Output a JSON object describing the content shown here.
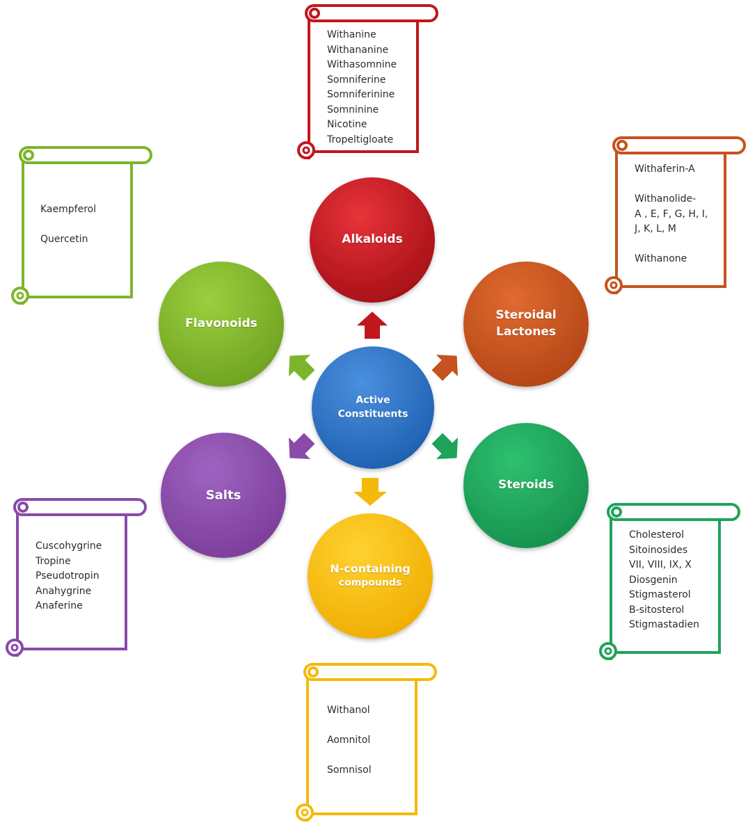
{
  "colors": {
    "alkaloids": "#c0171d",
    "steroidal_lactones": "#c6521f",
    "steroids": "#1ea35a",
    "n_containing": "#f5b90a",
    "salts": "#8a4aa8",
    "flavonoids": "#7db52a",
    "center": "#2a72c8"
  },
  "center": {
    "line1": "Active",
    "line2": "Constituents"
  },
  "categories": {
    "alkaloids": {
      "line1": "Alkaloids",
      "line2": ""
    },
    "steroidal_lactones": {
      "line1": "Steroidal",
      "line2": "Lactones"
    },
    "steroids": {
      "line1": "Steroids",
      "line2": ""
    },
    "n_containing": {
      "line1": "N-containing",
      "line2": "compounds"
    },
    "salts": {
      "line1": "Salts",
      "line2": ""
    },
    "flavonoids": {
      "line1": "Flavonoids",
      "line2": ""
    }
  },
  "lists": {
    "alkaloids": [
      "Withanine",
      "Withananine",
      "Withasomnine",
      "Somniferine",
      "Somniferinine",
      "Somninine",
      "Nicotine",
      "Tropeltigloate"
    ],
    "steroidal_lactones": [
      "Withaferin-A",
      "",
      "Withanolide-",
      "A , E, F, G, H, I,",
      "J, K, L, M",
      "",
      "Withanone"
    ],
    "steroids": [
      "Cholesterol",
      "Sitoinosides",
      "VII, VIII, IX, X",
      "Diosgenin",
      "Stigmasterol",
      "B-sitosterol",
      "Stigmastadien"
    ],
    "n_containing": [
      "Withanol",
      "",
      "Aomnitol",
      "",
      "Somnisol"
    ],
    "salts": [
      "Cuscohygrine",
      "Tropine",
      "Pseudotropin",
      "Anahygrine",
      "Anaferine"
    ],
    "flavonoids": [
      "Kaempferol",
      "",
      "Quercetin"
    ]
  }
}
